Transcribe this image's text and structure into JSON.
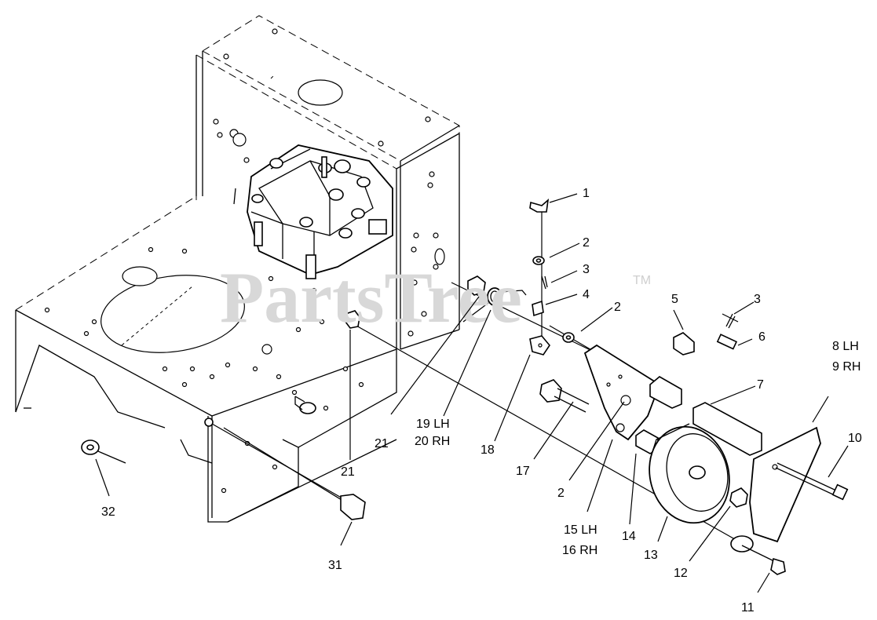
{
  "watermark": {
    "text": "PartsTree",
    "tm": "TM"
  },
  "callouts": {
    "c1": "1",
    "c2a": "2",
    "c3a": "3",
    "c4": "4",
    "c2b": "2",
    "c5": "5",
    "c3b": "3",
    "c6": "6",
    "c7": "7",
    "c8_9a": "8 LH",
    "c8_9b": "9 RH",
    "c10": "10",
    "c21a": "21",
    "c19_20a": "19 LH",
    "c19_20b": "20 RH",
    "c18": "18",
    "c17": "17",
    "c2c": "2",
    "c15_16a": "15 LH",
    "c15_16b": "16 RH",
    "c14": "14",
    "c13": "13",
    "c12": "12",
    "c11": "11",
    "c21b": "21",
    "c32": "32",
    "c31": "31"
  },
  "parts": {
    "frame": "frame-housing",
    "gearbox": "transmission-gearbox",
    "wing_nut": "wing-nut-1",
    "washer": "washer-2",
    "cotter_pin": "cotter-pin-3",
    "pivot": "pivot-4",
    "spacer": "spacer-5",
    "pin": "pin-6",
    "spacer7": "spacer-7",
    "idler_bracket_plate": "bracket-8-9",
    "bolt10": "bolt-10",
    "bolt11": "bolt-11",
    "nut12": "nut-12",
    "pulley": "pulley-13",
    "bushing": "bushing-14",
    "idler_arm": "idler-arm-15-16",
    "bolt17": "bolt-17",
    "swivel": "swivel-18",
    "spring": "spring-19-20",
    "bushing21": "bushing-21",
    "bolt31": "bolt-31",
    "nut32": "nut-32"
  }
}
